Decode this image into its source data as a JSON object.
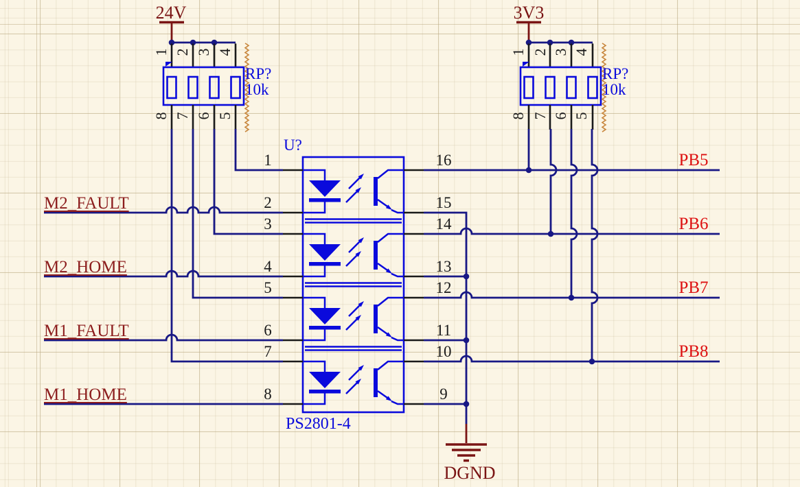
{
  "power_rails": [
    {
      "name": "24V"
    },
    {
      "name": "3V3"
    }
  ],
  "ground": {
    "name": "DGND"
  },
  "resistor_packs": [
    {
      "designator": "RP?",
      "value": "10k",
      "pins_top": [
        "1",
        "2",
        "3",
        "4"
      ],
      "pins_bottom": [
        "8",
        "7",
        "6",
        "5"
      ]
    },
    {
      "designator": "RP?",
      "value": "10k",
      "pins_top": [
        "1",
        "2",
        "3",
        "4"
      ],
      "pins_bottom": [
        "8",
        "7",
        "6",
        "5"
      ]
    }
  ],
  "optocoupler": {
    "designator": "U?",
    "part_number": "PS2801-4",
    "pins_left": [
      "1",
      "2",
      "3",
      "4",
      "5",
      "6",
      "7",
      "8"
    ],
    "pins_right": [
      "16",
      "15",
      "14",
      "13",
      "12",
      "11",
      "10",
      "9"
    ]
  },
  "nets_left": [
    {
      "label": "M2_FAULT"
    },
    {
      "label": "M2_HOME"
    },
    {
      "label": "M1_FAULT"
    },
    {
      "label": "M1_HOME"
    }
  ],
  "nets_right": [
    {
      "label": "PB5"
    },
    {
      "label": "PB6"
    },
    {
      "label": "PB7"
    },
    {
      "label": "PB8"
    }
  ],
  "colors": {
    "wire": "#181885",
    "component": "#0A0ADC",
    "power_text": "#7A1414",
    "net_left_text": "#8C1D1D",
    "net_right_text": "#DD1111",
    "background": "#FBF5E5",
    "compile_mask": "#C8863C"
  }
}
